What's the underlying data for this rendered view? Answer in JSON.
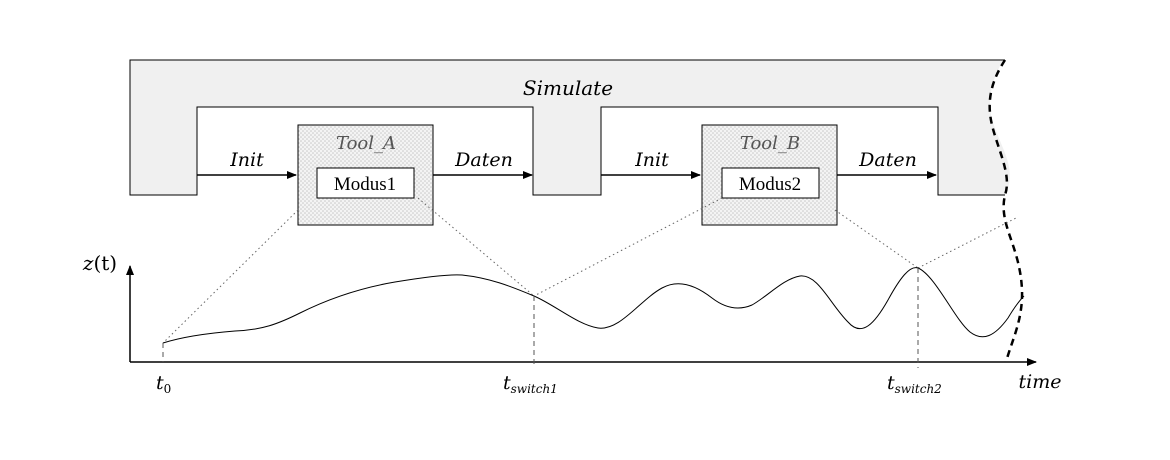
{
  "simulate": {
    "label": "Simulate",
    "fill": "#f0f0f0"
  },
  "tools": [
    {
      "name": "Tool_A",
      "mode": "Modus1"
    },
    {
      "name": "Tool_B",
      "mode": "Modus2"
    }
  ],
  "arrows": {
    "init_1": "Init",
    "daten_1": "Daten",
    "init_2": "Init",
    "daten_2": "Daten"
  },
  "axes": {
    "y_label_var": "z",
    "y_label_arg": "(t)",
    "x_label": "time"
  },
  "ticks": {
    "t0_main": "t",
    "t0_sub": "0",
    "switch1_main": "t",
    "switch1_sub": "switch1",
    "switch2_main": "t",
    "switch2_sub": "switch2"
  },
  "colors": {
    "stroke": "#000000",
    "tool_fill": "#e8e8e8",
    "tool_pattern": "#cfcfcf",
    "tool_label": "#555555",
    "dotted": "#666666",
    "dashed": "#555555"
  }
}
